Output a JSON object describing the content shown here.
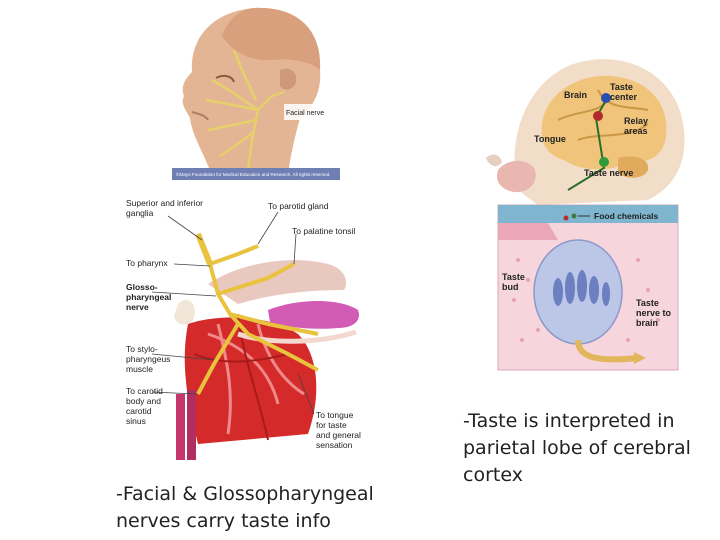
{
  "head_figure": {
    "credit": "©Mayo Foundation for Medical Education and Research. All rights reserved.",
    "nerve_label": "Facial nerve"
  },
  "neck_figure": {
    "labels": {
      "ganglia": [
        "Superior and inferior",
        "ganglia"
      ],
      "parotid": "To parotid gland",
      "palatine": "To palatine tonsil",
      "pharynx": "To pharynx",
      "glosso": [
        "Glosso-",
        "pharyngeal",
        "nerve"
      ],
      "stylo": [
        "To stylo-",
        "pharyngeus",
        "muscle"
      ],
      "carotid": [
        "To carotid",
        "body and",
        "carotid",
        "sinus"
      ],
      "tongue": [
        "To tongue",
        "for taste",
        "and general",
        "sensation"
      ]
    }
  },
  "taste_figure": {
    "labels": {
      "brain": "Brain",
      "taste_center": [
        "Taste",
        "center"
      ],
      "relay": [
        "Relay",
        "areas"
      ],
      "tongue": "Tongue",
      "taste_nerve": "Taste nerve",
      "food": "Food chemicals",
      "bud": [
        "Taste",
        "bud"
      ],
      "nerve_to_brain": [
        "Taste",
        "nerve to",
        "brain"
      ]
    }
  },
  "captions": {
    "left": [
      "-Facial & Glossopharyngeal",
      "nerves carry taste info"
    ],
    "right": [
      "-Taste is interpreted in",
      "parietal lobe of cerebral",
      "cortex"
    ]
  }
}
